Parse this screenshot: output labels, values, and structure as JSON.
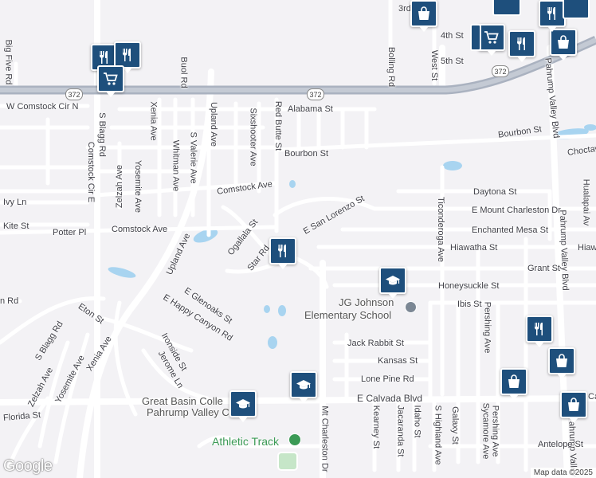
{
  "map": {
    "highway_number": "372",
    "attribution": "Map data ©2025",
    "logo": "Google",
    "colors": {
      "background": "#f3f2f5",
      "highway": "#aab2c0",
      "road": "#ffffff",
      "water": "#a8d4f0",
      "pin": "#1e4f7c"
    }
  },
  "streets": {
    "third_st": "3rd",
    "fourth_st": "4th St",
    "fifth_st": "5th St",
    "big_five": "Big Five Rd",
    "buol": "Buol Rd",
    "bolling": "Bolling Rd",
    "west_st": "West St",
    "comstock_cir_n": "W Comstock Cir N",
    "alabama": "Alabama St",
    "red_butte": "Red Butte St",
    "sixshooter": "Sixshooter Ave",
    "xenia_top": "Xenia Ave",
    "whitman": "Whitman Ave",
    "valerie": "S Valerie Ave",
    "upland_top": "Upland Ave",
    "s_blagg_top": "S Blagg Rd",
    "comstock_cir_e": "Comstock Cir E",
    "zelzah_top": "Zelzah Ave",
    "yosemite_top": "Yosemite Ave",
    "bourbon_1": "Bourbon St",
    "bourbon_2": "Bourbon St",
    "choctaw": "Choctaw",
    "comstock_ave_1": "Comstock Ave",
    "comstock_ave_2": "Comstock Ave",
    "ivy": "Ivy Ln",
    "kite": "Kite St",
    "potter": "Potter Pl",
    "ogallala": "Ogallala St",
    "star": "Star Rd",
    "san_lorenzo": "E San Lorenzo St",
    "daytona": "Daytona St",
    "mount_charleston": "E Mount Charleston Dr",
    "enchanted_mesa": "Enchanted Mesa St",
    "hiawatha": "Hiawatha St",
    "hiaw_edge": "Hiaw",
    "grant": "Grant St",
    "honeysuckle": "Honeysuckle St",
    "ibis": "Ibis St",
    "ticonderoga": "Ticonderoga Ave",
    "pahrump_valley_1": "Pahrump Valley Blvd",
    "pahrump_valley_2": "Pahrump Valley Blvd",
    "pahrump_valley_3": "Pahrump Valley",
    "hualapai": "Hualapai Av",
    "pershing_1": "Pershing Ave",
    "pershing_2": "Pershing Ave",
    "upland_mid": "Upland Ave",
    "glenoaks": "E Glenoaks St",
    "happy_canyon": "E Happy Canyon Rd",
    "ironside": "Ironside St",
    "jerome": "Jerome Ln",
    "eton": "Eton St",
    "s_blagg_bottom": "S Blagg Rd",
    "xenia_bottom": "Xenia Ave",
    "yosemite_bottom": "Yosemite Ave",
    "zelzah_bottom": "Zelzah Ave",
    "florida": "Florida St",
    "n_rd": "n Rd",
    "jack_rabbit": "Jack Rabbit St",
    "kansas": "Kansas St",
    "lone_pine": "Lone Pine Rd",
    "calvada": "E Calvada Blvd",
    "calvada_edge": "Ca",
    "mt_charleston_dr": "Mt Charleston Dr",
    "kearney": "Kearney St",
    "jacaranda": "Jacaranda St",
    "idaho": "Idaho St",
    "highland": "S Highland Ave",
    "galaxy": "Galaxy St",
    "sycamore": "Sycamore Ave",
    "antelope": "Antelope St"
  },
  "places": {
    "jg_johnson_line1": "JG Johnson",
    "jg_johnson_line2": "Elementary School",
    "great_basin_line1": "Great Basin Colle",
    "great_basin_line2": "Pahrump Valley Ce",
    "athletic_track": "Athletic Track"
  },
  "pins": [
    {
      "type": "restaurant",
      "icon": "fork-knife-icon"
    },
    {
      "type": "restaurant",
      "icon": "fork-knife-icon"
    },
    {
      "type": "grocery",
      "icon": "shopping-cart-icon"
    },
    {
      "type": "restaurant",
      "icon": "fork-knife-icon"
    },
    {
      "type": "school",
      "icon": "graduation-cap-icon"
    },
    {
      "type": "school",
      "icon": "graduation-cap-icon"
    },
    {
      "type": "school",
      "icon": "graduation-cap-icon"
    },
    {
      "type": "store",
      "icon": "shopping-bag-icon"
    },
    {
      "type": "restaurant",
      "icon": "fork-knife-icon"
    },
    {
      "type": "store",
      "icon": "shopping-bag-icon"
    },
    {
      "type": "store",
      "icon": "shopping-bag-icon"
    },
    {
      "type": "store",
      "icon": "shopping-bag-icon"
    },
    {
      "type": "grocery",
      "icon": "shopping-cart-icon"
    },
    {
      "type": "restaurant",
      "icon": "fork-knife-icon"
    },
    {
      "type": "store",
      "icon": "shopping-bag-icon"
    },
    {
      "type": "restaurant",
      "icon": "fork-knife-icon"
    }
  ]
}
